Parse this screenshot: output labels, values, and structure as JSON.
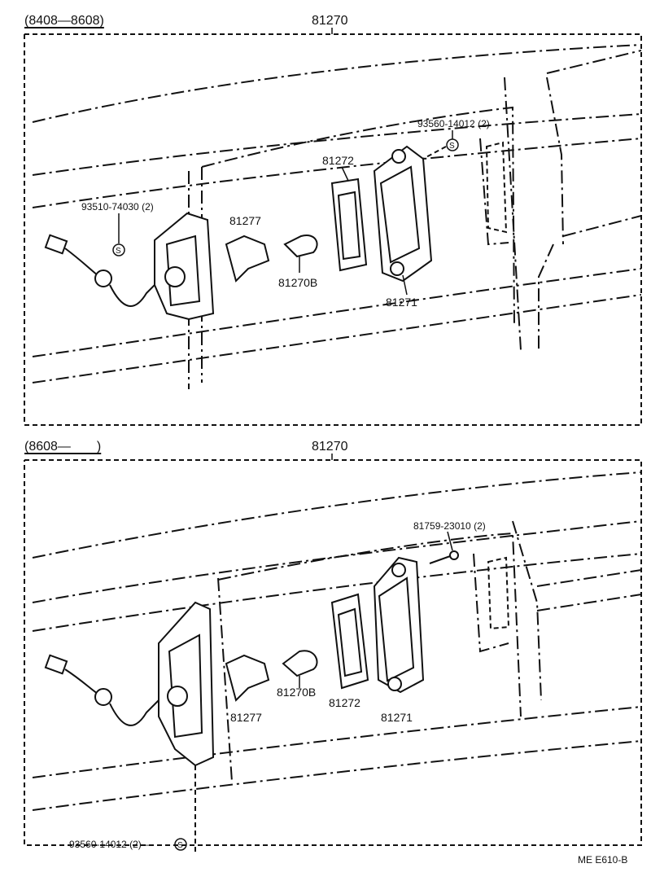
{
  "top": {
    "range": "(8408—8608)",
    "assembly": "81270",
    "parts": {
      "screw_upper": "93560-14012 (2)",
      "gasket": "81272",
      "screw_left": "93510-74030 (2)",
      "bracket": "81277",
      "bulb": "81270B",
      "lens": "81271"
    },
    "s_mark": "S"
  },
  "bottom": {
    "range": "(8608—  )",
    "assembly": "81270",
    "parts": {
      "tapping_screw": "81759-23010 (2)",
      "bulb": "81270B",
      "gasket": "81272",
      "lens": "81271",
      "bracket": "81277",
      "screw_bottom": "93560-14012 (2)—"
    },
    "s_mark": "S"
  },
  "footer": {
    "code": "ME  E610-B"
  }
}
